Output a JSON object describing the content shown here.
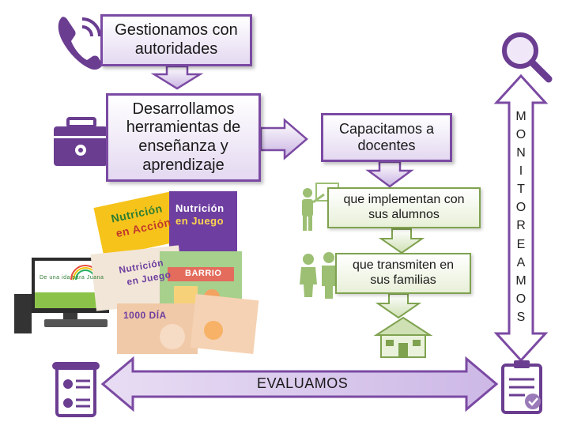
{
  "steps": {
    "gestionamos": "Gestionamos con autoridades",
    "desarrollamos": "Desarrollamos herramientas de enseñanza y aprendizaje",
    "capacitamos": "Capacitamos a docentes",
    "implementan": "que implementan con sus alumnos",
    "transmiten": "que transmiten en sus familias"
  },
  "monitoreamos_letters": [
    "M",
    "O",
    "N",
    "I",
    "T",
    "O",
    "R",
    "E",
    "A",
    "M",
    "O",
    "S"
  ],
  "evaluamos": "EVALUAMOS",
  "books": {
    "book1_line1": "Nutrición",
    "book1_line2": "en Acción",
    "book2_line1": "Nutrición",
    "book2_line2": "en Juego",
    "book3_line1": "Nutrición",
    "book3_line2": "en Juego",
    "book4": "BARRIO",
    "book5_line1": "1000 DÍA",
    "screen_text": "De una ida para Juana"
  },
  "colors": {
    "purple_dark": "#6a3d91",
    "purple_mid": "#7b4aa3",
    "purple_fill": "#d9c8ec",
    "green_dark": "#7fa24f",
    "green_fill": "#cfe0b4"
  }
}
